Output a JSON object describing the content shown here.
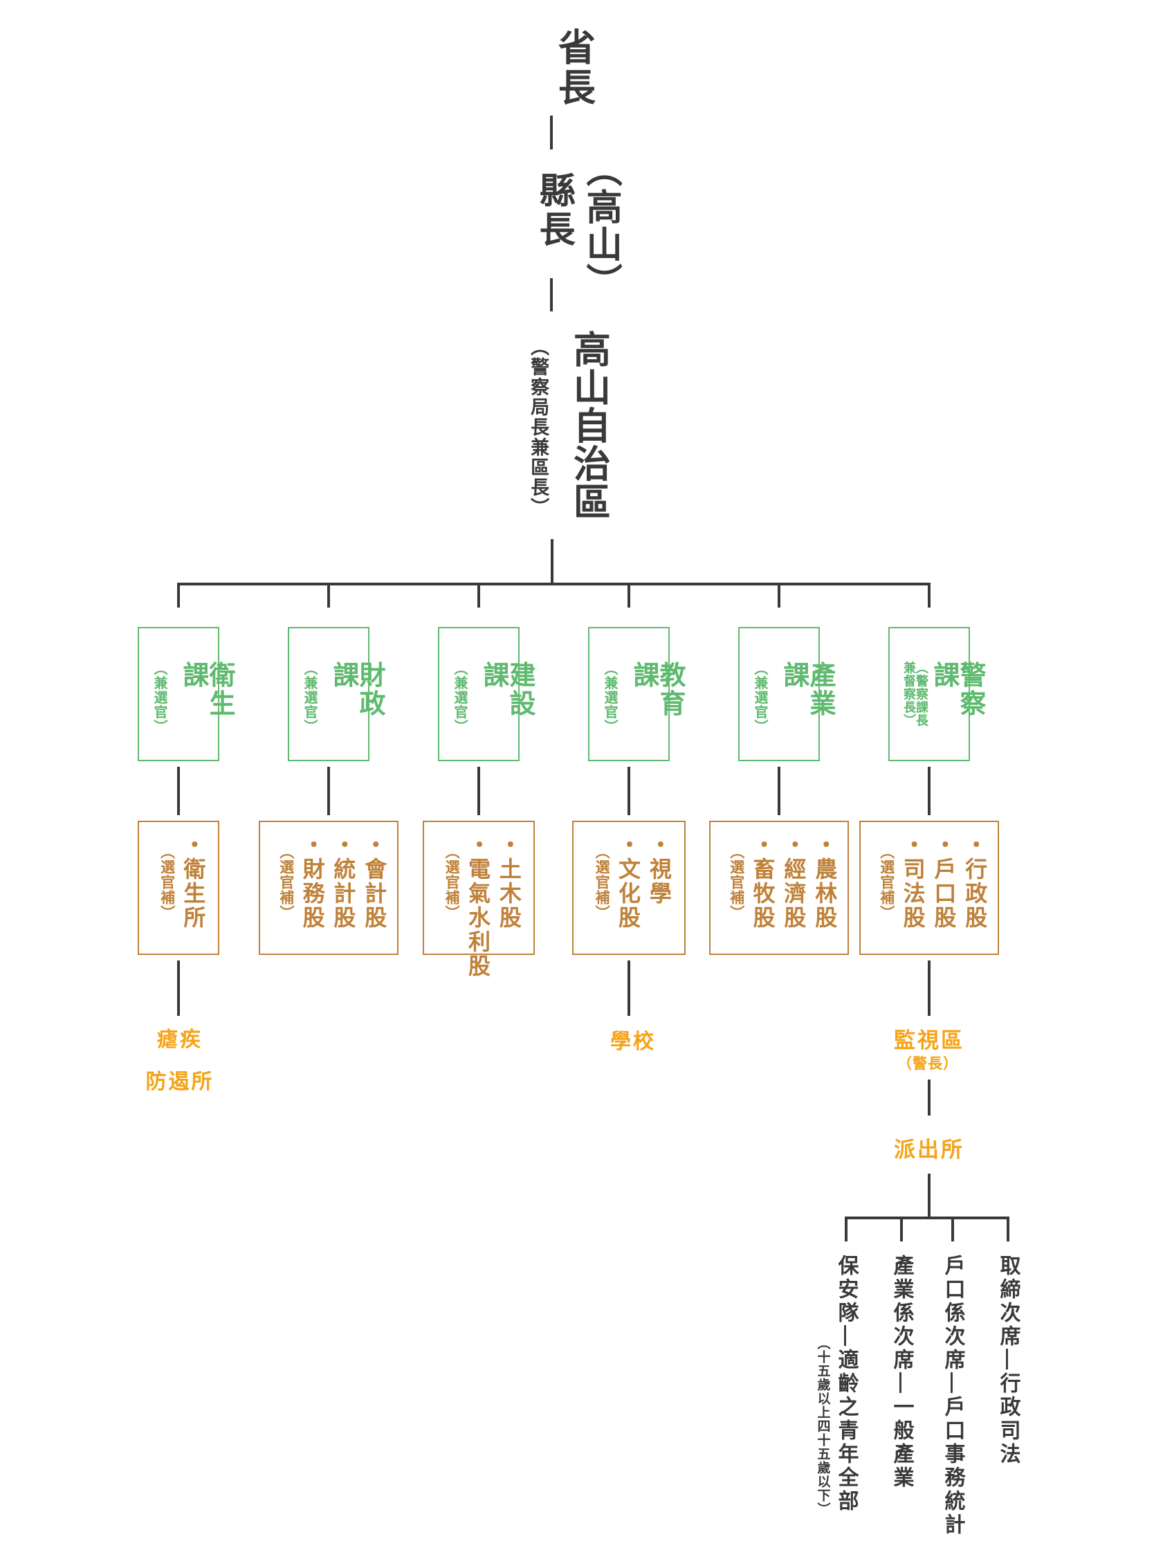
{
  "colors": {
    "ink": "#3a3938",
    "green": "#5eba6e",
    "brown": "#bf8139",
    "orange": "#f6a317"
  },
  "hierarchy": {
    "level1_title": "省長",
    "level2_prefix": "（高山）",
    "level2_title": "縣長",
    "level3_title": "高山自治區",
    "level3_note": "（警察局長兼區長）"
  },
  "departments": [
    {
      "title": "衛生課",
      "note": "（兼選官）",
      "box": {
        "cols": [
          "・衛生所"
        ],
        "note": "（選官補）"
      }
    },
    {
      "title": "財政課",
      "note": "（兼選官）",
      "box": {
        "cols": [
          "・會計股",
          "・統計股",
          "・財務股"
        ],
        "note": "（選官補）"
      }
    },
    {
      "title": "建設課",
      "note": "（兼選官）",
      "box": {
        "cols": [
          "・土木股",
          "・電氣水利股"
        ],
        "note": "（選官補）"
      }
    },
    {
      "title": "教育課",
      "note": "（兼選官）",
      "box": {
        "cols": [
          "・視學",
          "・文化股"
        ],
        "note": "（選官補）"
      }
    },
    {
      "title": "產業課",
      "note": "（兼選官）",
      "box": {
        "cols": [
          "・農林股",
          "・經濟股",
          "・畜牧股"
        ],
        "note": "（選官補）"
      }
    },
    {
      "title": "警察課",
      "note": "（警察課長兼督察長）",
      "box": {
        "cols": [
          "・行政股",
          "・戶口股",
          "・司法股"
        ],
        "note": "（選官補）"
      }
    }
  ],
  "leaves": {
    "malaria_line1": "瘧疾",
    "malaria_line2": "防遏所",
    "school": "學校",
    "surveillance": "監視區",
    "surveillance_note": "（警長）",
    "station": "派出所"
  },
  "station_units": [
    {
      "label": "取締次席—行政司法"
    },
    {
      "label": "戶口係次席—戶口事務統計"
    },
    {
      "label": "產業係次席—一般產業"
    },
    {
      "label": "保安隊—適齡之青年全部",
      "note": "（十五歲以上四十五歲以下）"
    }
  ]
}
